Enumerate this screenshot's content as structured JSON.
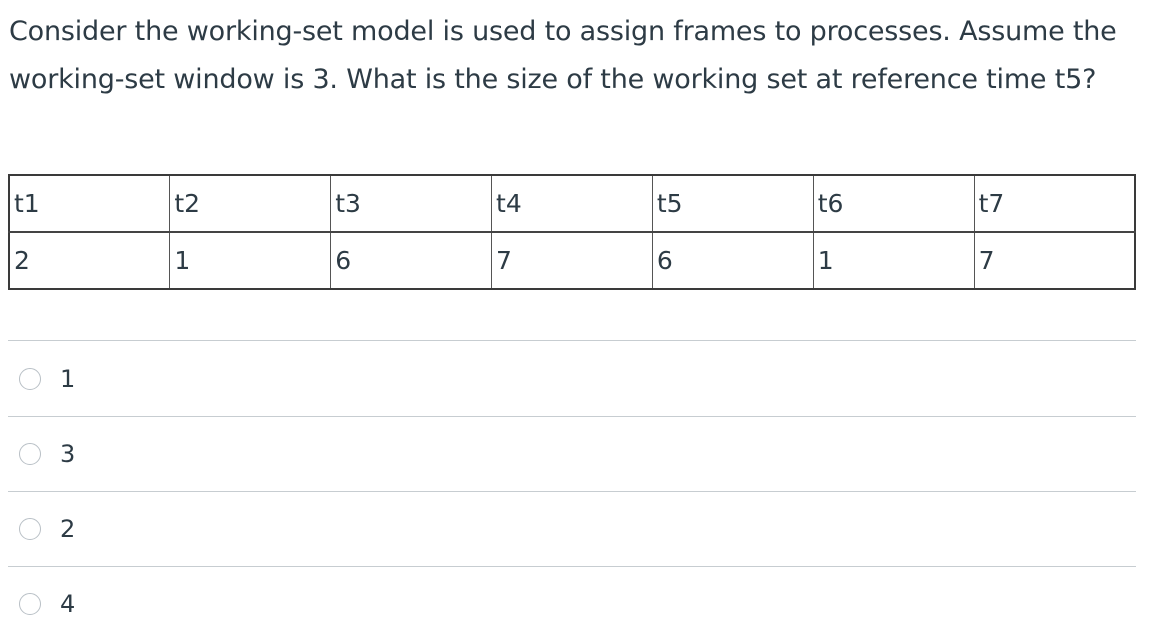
{
  "question": {
    "text": "Consider the working-set model is used to assign frames to processes. Assume the working-set window is 3. What is the size of the working set at reference time t5?"
  },
  "reference_table": {
    "headers": [
      "t1",
      "t2",
      "t3",
      "t4",
      "t5",
      "t6",
      "t7"
    ],
    "values": [
      "2",
      "1",
      "6",
      "7",
      "6",
      "1",
      "7"
    ]
  },
  "options": [
    {
      "label": "1"
    },
    {
      "label": "3"
    },
    {
      "label": "2"
    },
    {
      "label": "4"
    }
  ]
}
